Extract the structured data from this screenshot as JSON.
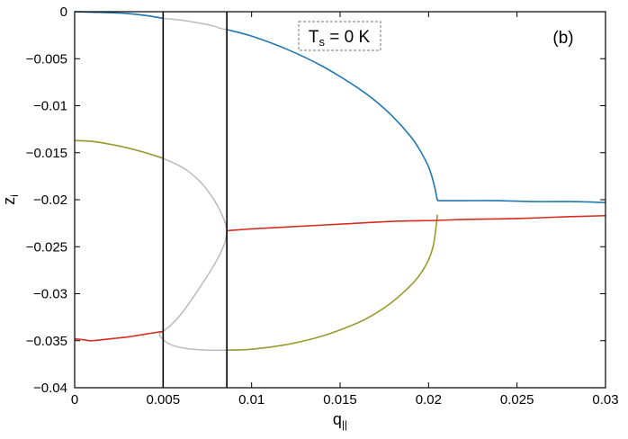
{
  "chart_data": {
    "type": "line",
    "panel_label": "(b)",
    "annotation": {
      "base": "T",
      "subscript": "s",
      "rest": " = 0 K"
    },
    "xlabel": {
      "base": "q",
      "subscript": "||"
    },
    "ylabel": {
      "base": "z",
      "subscript": "i"
    },
    "xlim": [
      0,
      0.03
    ],
    "ylim": [
      -0.04,
      0
    ],
    "x_ticks": [
      0,
      0.005,
      0.01,
      0.015,
      0.02,
      0.025,
      0.03
    ],
    "x_tick_labels": [
      "0",
      "0.005",
      "0.01",
      "0.015",
      "0.02",
      "0.025",
      "0.03"
    ],
    "y_ticks": [
      0,
      -0.005,
      -0.01,
      -0.015,
      -0.02,
      -0.025,
      -0.03,
      -0.035,
      -0.04
    ],
    "y_tick_labels": [
      "0",
      "−0.005",
      "−0.01",
      "−0.015",
      "−0.02",
      "−0.025",
      "−0.03",
      "−0.035",
      "−0.04"
    ],
    "grid": false,
    "vertical_lines": [
      0.005,
      0.0086
    ],
    "colors": {
      "blue": "#1f77b4",
      "olive": "#9a9a2e",
      "red": "#d62d20",
      "gray": "#bbbbbb",
      "vline": "#000000"
    },
    "series": [
      {
        "color": "gray",
        "x": [
          0.0,
          0.001,
          0.002,
          0.003,
          0.004,
          0.005,
          0.006,
          0.007,
          0.0078,
          0.0083,
          0.0086
        ],
        "y": [
          0.0,
          -5e-05,
          -0.0001,
          -0.0002,
          -0.0004,
          -0.0007,
          -0.0009,
          -0.0012,
          -0.0015,
          -0.0018,
          -0.0019
        ]
      },
      {
        "color": "gray",
        "x": [
          0.0,
          0.001,
          0.002,
          0.003,
          0.004,
          0.005,
          0.0062,
          0.0072,
          0.008,
          0.0085,
          0.0086
        ],
        "y": [
          -0.0137,
          -0.0138,
          -0.0141,
          -0.0145,
          -0.015,
          -0.0156,
          -0.0167,
          -0.0183,
          -0.0204,
          -0.0224,
          -0.0233
        ]
      },
      {
        "color": "gray",
        "x": [
          0.0086,
          0.0085,
          0.0081,
          0.0075,
          0.0068,
          0.006,
          0.0054,
          0.005,
          0.0048,
          0.0053,
          0.0062,
          0.0075,
          0.0086
        ],
        "y": [
          -0.0233,
          -0.0245,
          -0.0262,
          -0.0281,
          -0.0301,
          -0.0322,
          -0.0334,
          -0.034,
          -0.0344,
          -0.0353,
          -0.0358,
          -0.036,
          -0.036
        ]
      },
      {
        "color": "blue",
        "x": [
          0.0,
          0.001,
          0.002,
          0.003,
          0.004,
          0.005
        ],
        "y": [
          0.0,
          -5e-05,
          -0.0001,
          -0.0002,
          -0.0004,
          -0.0007
        ]
      },
      {
        "color": "blue",
        "x": [
          0.0086,
          0.01,
          0.012,
          0.014,
          0.016,
          0.017,
          0.018,
          0.019,
          0.0195,
          0.02,
          0.0203,
          0.0205
        ],
        "y": [
          -0.0019,
          -0.0026,
          -0.004,
          -0.0058,
          -0.0081,
          -0.0095,
          -0.0112,
          -0.0133,
          -0.0147,
          -0.0165,
          -0.0183,
          -0.0201
        ]
      },
      {
        "color": "blue",
        "x": [
          0.0205,
          0.022,
          0.024,
          0.026,
          0.028,
          0.03
        ],
        "y": [
          -0.0201,
          -0.0201,
          -0.0201,
          -0.0202,
          -0.0202,
          -0.0203
        ]
      },
      {
        "color": "olive",
        "x": [
          0.0,
          0.001,
          0.002,
          0.003,
          0.004,
          0.005
        ],
        "y": [
          -0.0137,
          -0.0138,
          -0.0141,
          -0.0145,
          -0.015,
          -0.0156
        ]
      },
      {
        "color": "olive",
        "x": [
          0.0086,
          0.01,
          0.012,
          0.014,
          0.016,
          0.017,
          0.018,
          0.019,
          0.0195,
          0.02,
          0.0203,
          0.0205
        ],
        "y": [
          -0.036,
          -0.0359,
          -0.0354,
          -0.0345,
          -0.0331,
          -0.0321,
          -0.0308,
          -0.0291,
          -0.028,
          -0.0264,
          -0.0246,
          -0.0216
        ]
      },
      {
        "color": "red",
        "x": [
          0.0,
          0.0005,
          0.001,
          0.002,
          0.003,
          0.004,
          0.005
        ],
        "y": [
          -0.0348,
          -0.0349,
          -0.035,
          -0.0348,
          -0.0346,
          -0.0343,
          -0.034
        ]
      },
      {
        "color": "red",
        "x": [
          0.0086,
          0.01,
          0.012,
          0.015,
          0.018,
          0.0205,
          0.022,
          0.025,
          0.028,
          0.03
        ],
        "y": [
          -0.0233,
          -0.0231,
          -0.0229,
          -0.0226,
          -0.0223,
          -0.0222,
          -0.0221,
          -0.022,
          -0.0218,
          -0.0217
        ]
      }
    ]
  }
}
